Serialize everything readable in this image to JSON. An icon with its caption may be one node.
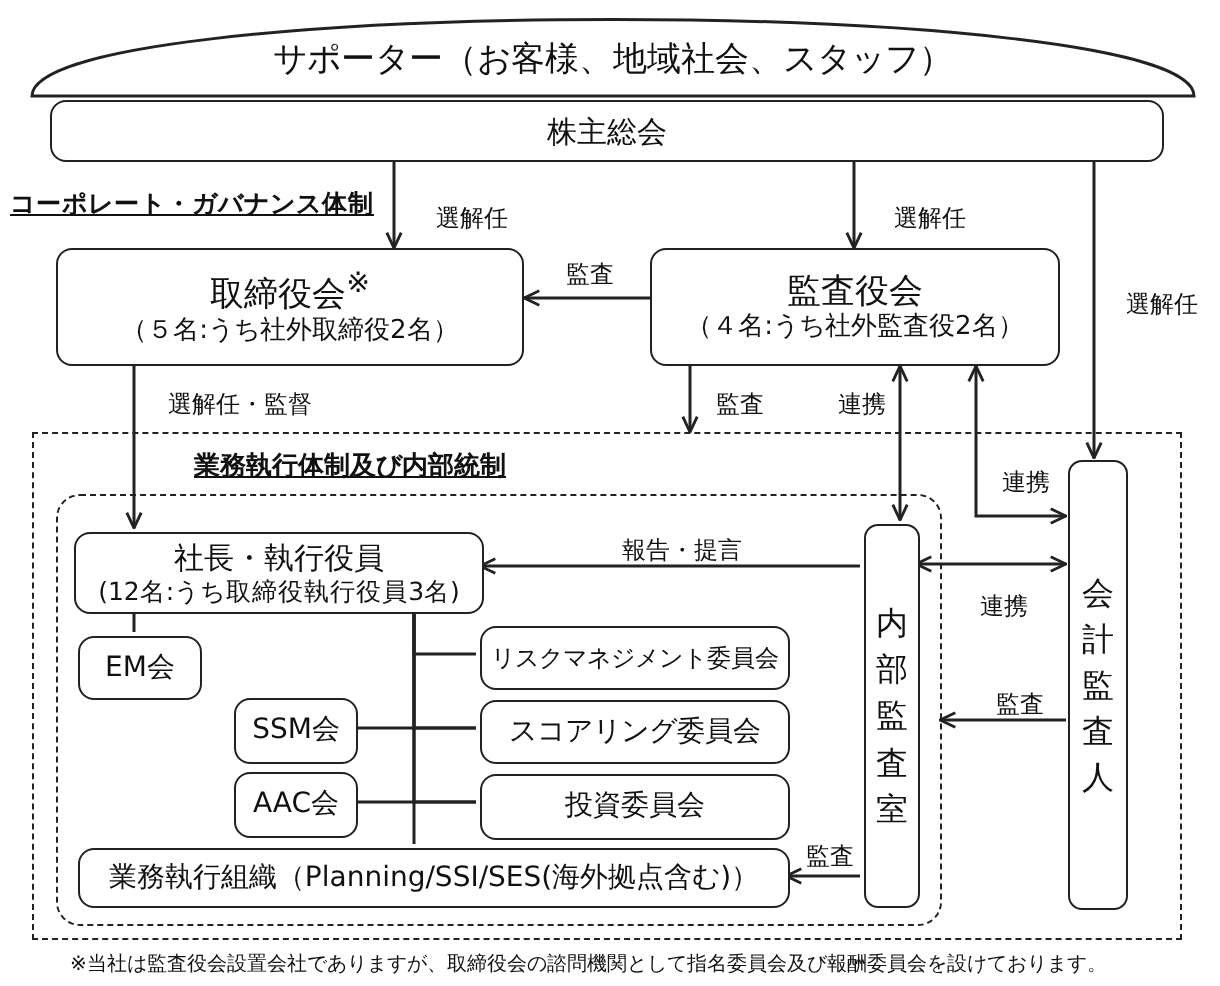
{
  "diagram": {
    "nodes": [
      {
        "text": [
          "サポーター（お客様、地域社会、スタッフ）"
        ]
      },
      {
        "text": [
          "株主総会"
        ]
      },
      {
        "text": [
          "取締役会$^{※}$",
          "（５名:うち社外取締役2名）"
        ]
      },
      {
        "text": [
          "監査役会",
          "（４名:うち社外監査役2名）"
        ]
      },
      {
        "text": [],
        "shape": "box"
      },
      {
        "text": [
          "業務執行体制及び内部統制"
        ],
        "in": 4
      },
      {
        "text": [
          "社長・執行役員",
          "(12名:うち取締役執行役員3名)"
        ],
        "in": 5
      },
      {
        "text": [
          "EM会"
        ],
        "in": 5
      },
      {
        "text": [
          "SSM会"
        ],
        "in": 5
      },
      {
        "text": [
          "AAC会"
        ],
        "in": 5
      },
      {
        "text": [
          "リスクマネジメント委員会"
        ],
        "in": 5
      },
      {
        "text": [
          "スコアリング委員会"
        ],
        "in": 5
      },
      {
        "text": [
          "投資委員会"
        ],
        "in": 5
      },
      {
        "text": [
          "業務執行組織（Planning/SSI/SES(海外拠点含む)）"
        ],
        "in": 5
      },
      {
        "text": [
          "内部監査室"
        ],
        "in": 5
      },
      {
        "text": [
          "会計監査人"
        ],
        "in": 4
      }
    ],
    "edges": [
      {
        "from": 1,
        "to": 2,
        "arrow": "to",
        "label": "選解任"
      },
      {
        "from": 1,
        "to": 3,
        "arrow": "to",
        "label": "選解任"
      },
      {
        "from": 1,
        "to": 15,
        "arrow": "to",
        "label": "選解任"
      },
      {
        "from": 3,
        "to": 2,
        "arrow": "to",
        "label": "監査"
      },
      {
        "from": 3,
        "to": 4,
        "arrow": "to",
        "label": "監査"
      },
      {
        "from": 2,
        "to": 6,
        "arrow": "to",
        "label": "選解任・監督"
      },
      {
        "from": 14,
        "to": 3,
        "arrow": "both",
        "label": "連携"
      },
      {
        "from": 15,
        "to": 3,
        "arrow": "both",
        "label": "連携"
      },
      {
        "from": 14,
        "to": 6,
        "arrow": "to",
        "label": "報告・提言"
      },
      {
        "from": 14,
        "to": 15,
        "arrow": "both",
        "label": "連携"
      },
      {
        "from": 15,
        "to": 5,
        "arrow": "to",
        "label": "監査"
      },
      {
        "from": 14,
        "to": 13,
        "arrow": "to",
        "label": "監査"
      },
      {
        "from": 6,
        "to": 7,
        "arrow": "none"
      },
      {
        "from": 6,
        "to": 10,
        "arrow": "none"
      },
      {
        "from": 6,
        "to": 11,
        "arrow": "none"
      },
      {
        "from": 6,
        "to": 12,
        "arrow": "none"
      },
      {
        "from": 6,
        "to": 13,
        "arrow": "none"
      },
      {
        "from": 8,
        "to": 11,
        "arrow": "none"
      },
      {
        "from": 9,
        "to": 12,
        "arrow": "none"
      }
    ],
    "labels": [
      "コーポレート・ガバナンス体制",
      "※当社は監査役会設置会社でありますが、取締役会の諮問機関として指名委員会及び報酬委員会を設けております。"
    ]
  }
}
